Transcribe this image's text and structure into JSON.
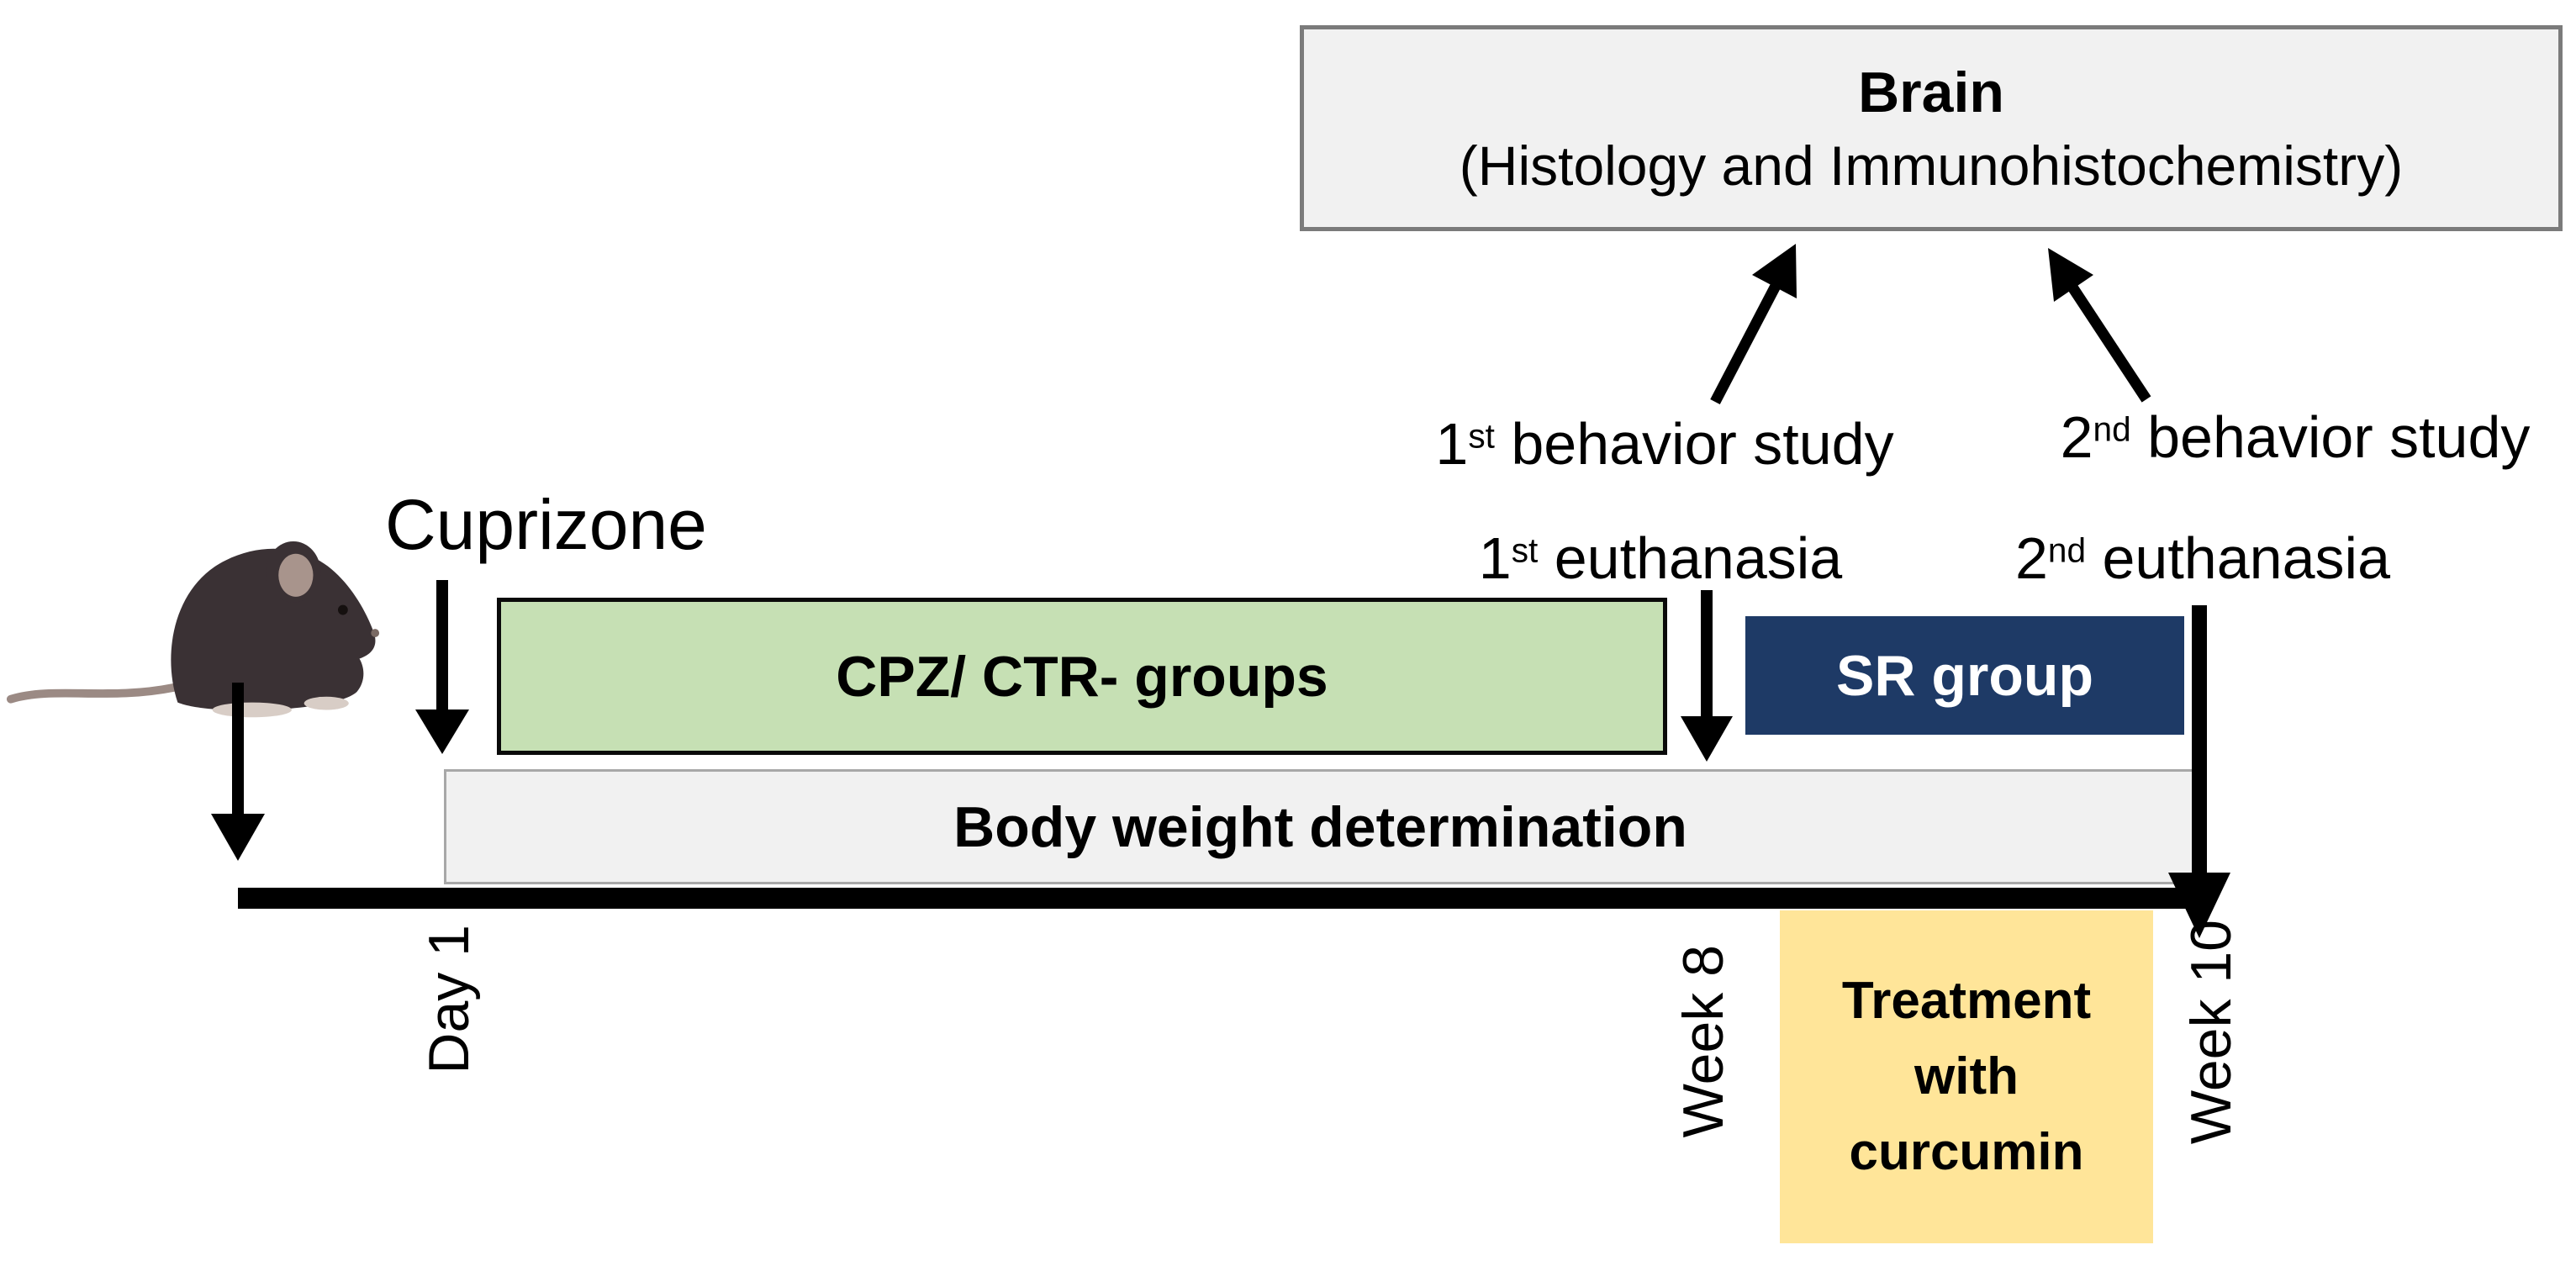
{
  "colors": {
    "cpz_box_fill": "#c6e0b4",
    "sr_box_fill": "#1e3a66",
    "treatment_box_fill": "#ffe599",
    "panel_fill": "#f1f1f1",
    "panel_border": "#7b7b7b",
    "arrow_color": "#000000",
    "sr_text_color": "#ffffff"
  },
  "brain_box": {
    "title": "Brain",
    "subtitle": "(Histology and Immunohistochemistry)"
  },
  "annotations": {
    "behavior_study_1": {
      "num": "1",
      "sup": "st",
      "rest": " behavior study"
    },
    "behavior_study_2": {
      "num": "2",
      "sup": "nd",
      "rest": " behavior study"
    },
    "euthanasia_1": {
      "num": "1",
      "sup": "st",
      "rest": " euthanasia"
    },
    "euthanasia_2": {
      "num": "2",
      "sup": "nd",
      "rest": " euthanasia"
    },
    "cuprizone": "Cuprizone"
  },
  "boxes": {
    "cpz_ctr_label": "CPZ/ CTR- groups",
    "sr_label": "SR group",
    "body_weight_label": "Body weight determination",
    "treatment_lines": [
      "Treatment",
      "with",
      "curcumin"
    ]
  },
  "timeline_labels": {
    "day1": "Day 1",
    "week8": "Week 8",
    "week10": "Week 10"
  },
  "icons": {
    "mouse": "mouse-icon"
  }
}
